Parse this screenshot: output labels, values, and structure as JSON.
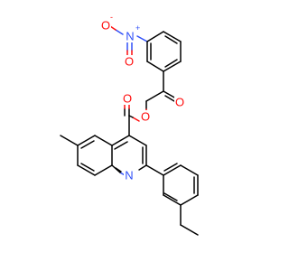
{
  "molecule": {
    "atoms": {
      "n_nitro": {
        "symbol": "N",
        "charge": "+",
        "color": "#3050f8"
      },
      "o_nitro_minus": {
        "symbol": "O",
        "charge": "-",
        "color": "#ff0d0d"
      },
      "o_nitro_double": {
        "symbol": "O",
        "color": "#ff0d0d"
      },
      "o_ketone": {
        "symbol": "O",
        "color": "#ff0d0d"
      },
      "o_ester_carbonyl": {
        "symbol": "O",
        "color": "#ff0d0d"
      },
      "o_ester_ether": {
        "symbol": "O",
        "color": "#ff0d0d"
      },
      "n_quinoline": {
        "symbol": "N",
        "color": "#3050f8"
      }
    }
  }
}
